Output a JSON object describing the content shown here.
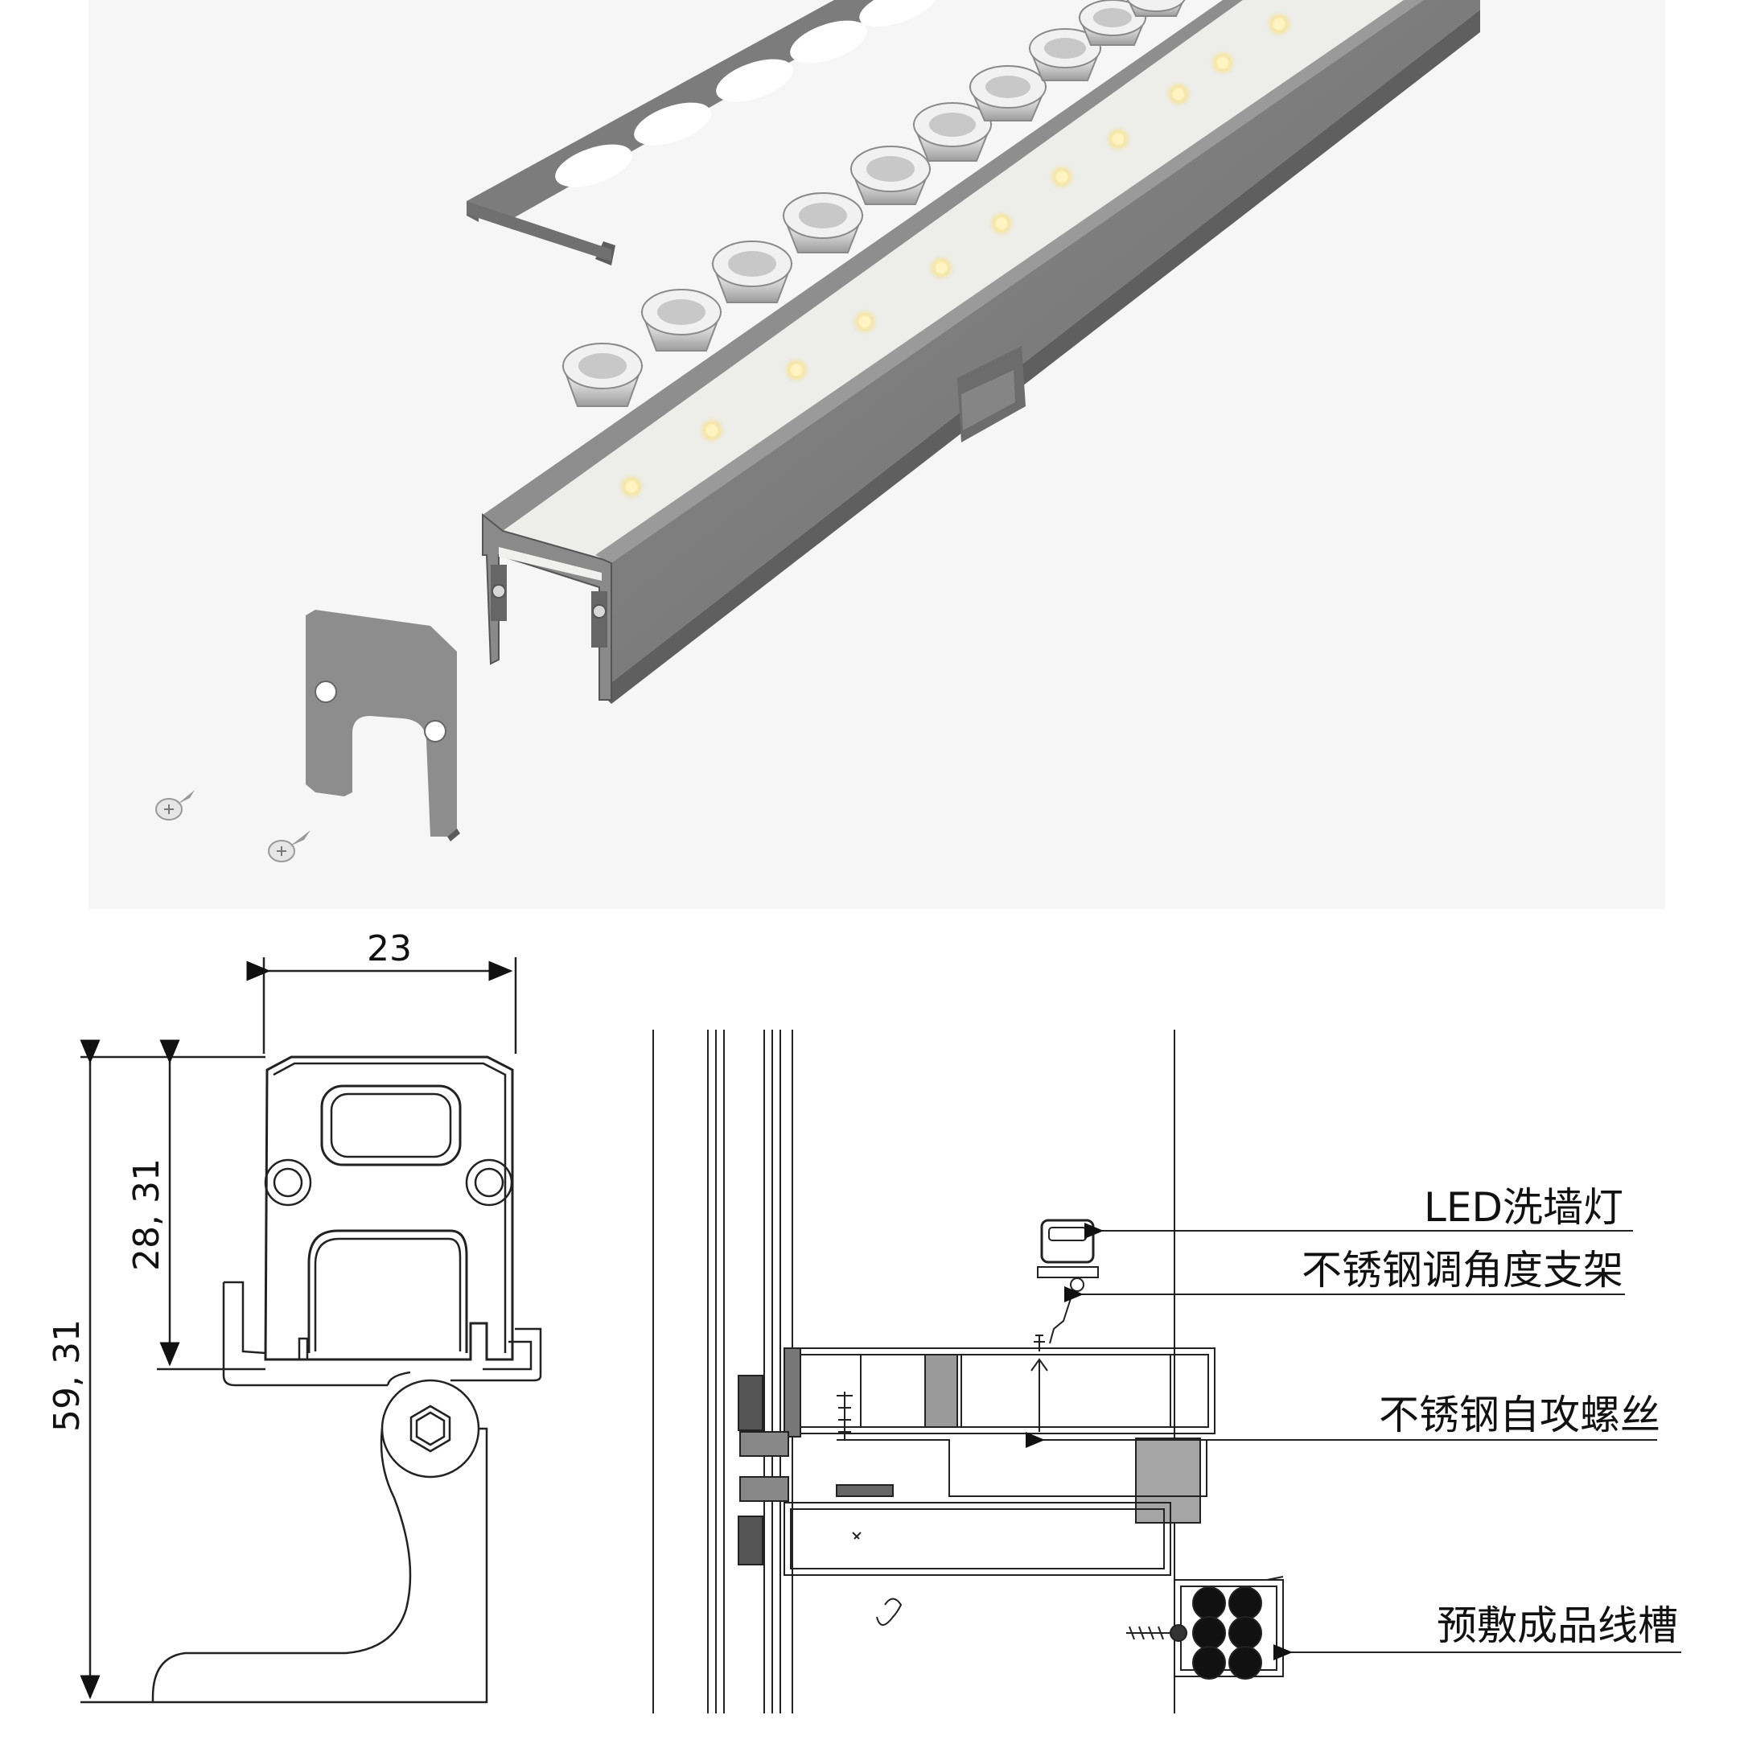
{
  "dimensions": {
    "width": "23",
    "upper_height": "28, 31",
    "total_height": "59, 31"
  },
  "callouts": [
    {
      "label": "LED洗墙灯"
    },
    {
      "label": "不锈钢调角度支架"
    },
    {
      "label": "不锈钢自攻螺丝"
    },
    {
      "label": "预敷成品线槽"
    }
  ],
  "colors": {
    "profile_gray": "#7a7a7a",
    "profile_dark": "#555555",
    "diffuser": "#f4f4f2",
    "led_warm": "#fff6cf",
    "line": "#222222"
  }
}
